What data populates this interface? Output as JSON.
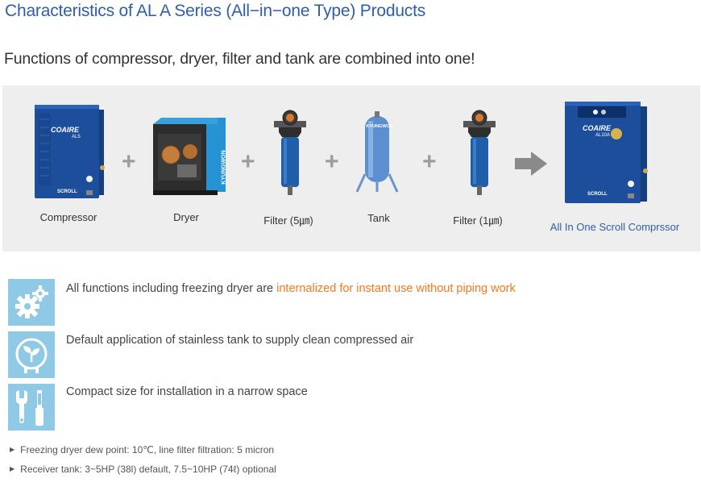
{
  "title": "Characteristics of AL A Series (All−in−one Type) Products",
  "subtitle": "Functions of compressor, dryer, filter and tank are combined into one!",
  "components": [
    {
      "label": "Compressor",
      "icon": "compressor-icon",
      "brand_text": "COAIRE",
      "model_text": "AL5",
      "badge_text": "SCROLL"
    },
    {
      "label": "Dryer",
      "icon": "dryer-icon",
      "brand_text": "KYUNGWON"
    },
    {
      "label": "Filter (5㎛)",
      "icon": "filter-icon"
    },
    {
      "label": "Tank",
      "icon": "tank-icon",
      "brand_text": "KYUNGWON"
    },
    {
      "label": "Filter (1㎛)",
      "icon": "filter-icon"
    }
  ],
  "operator_plus": "+",
  "result": {
    "label": "All In One Scroll Comprssor",
    "icon": "all-in-one-compressor-icon",
    "brand_text": "COAIRE",
    "model_text": "AL10A",
    "badge_text": "SCROLL"
  },
  "features": [
    {
      "icon": "gears-icon",
      "text": "All functions including freezing dryer are ",
      "highlight": "internalized for instant use without piping work"
    },
    {
      "icon": "leaf-icon",
      "text": "Default application of stainless tank to supply clean compressed air",
      "highlight": ""
    },
    {
      "icon": "tools-icon",
      "text": "Compact size for installation in a narrow space",
      "highlight": ""
    }
  ],
  "notes": [
    "Freezing dryer dew point: 10℃, line filter filtration: 5 micron",
    "Receiver tank: 3~5HP (38l) default, 7.5~10HP (74ℓ) optional"
  ],
  "colors": {
    "title": "#2f5fa8",
    "highlight": "#f07a1f",
    "icon_bg": "#8fc9e6",
    "panel_bg": "#eeeeee",
    "machine_blue": "#1c4e9c"
  }
}
